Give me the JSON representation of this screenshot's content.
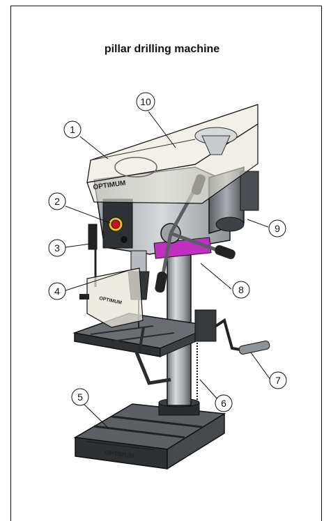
{
  "title": "pillar drilling machine",
  "brand": "OPTIMUM",
  "callouts": [
    {
      "number": "1"
    },
    {
      "number": "2"
    },
    {
      "number": "3"
    },
    {
      "number": "4"
    },
    {
      "number": "5"
    },
    {
      "number": "6"
    },
    {
      "number": "7"
    },
    {
      "number": "8"
    },
    {
      "number": "9"
    },
    {
      "number": "10"
    }
  ],
  "colors": {
    "frame": "#111111",
    "machine_gray": "#b9bec2",
    "machine_dark": "#3a3d40",
    "guard_tint": "#e8e4d8",
    "accent_magenta": "#c030c0",
    "switch_red": "#d01020",
    "switch_yellow": "#e8c020"
  }
}
